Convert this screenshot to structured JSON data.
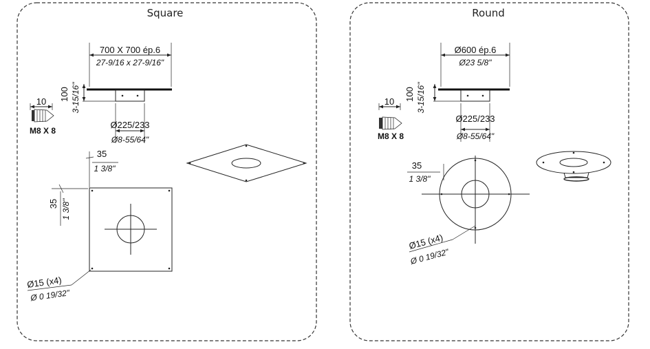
{
  "square": {
    "title": "Square",
    "plate_dim_mm": "700 X 700 ép.6",
    "plate_dim_in": "27-9/16 x 27-9/16\"",
    "height_mm": "100",
    "height_in": "3-15/16\"",
    "screw_len": "10",
    "screw_label": "M8 X 8",
    "collar_mm": "Ø225/233",
    "collar_in": "Ø8-55/64\"",
    "offset_x_mm": "35",
    "offset_x_in": "1 3/8\"",
    "offset_y_mm": "35",
    "offset_y_in": "1 3/8\"",
    "hole_mm": "Ø15 (x4)",
    "hole_in": "Ø 0 19/32\""
  },
  "round": {
    "title": "Round",
    "plate_dim_mm": "Ø600 ép.6",
    "plate_dim_in": "Ø23 5/8\"",
    "height_mm": "100",
    "height_in": "3-15/16\"",
    "screw_len": "10",
    "screw_label": "M8 X 8",
    "collar_mm": "Ø225/233",
    "collar_in": "Ø8-55/64\"",
    "offset_mm": "35",
    "offset_in": "1 3/8\"",
    "hole_mm": "Ø15 (x4)",
    "hole_in": "Ø 0 19/32\""
  }
}
